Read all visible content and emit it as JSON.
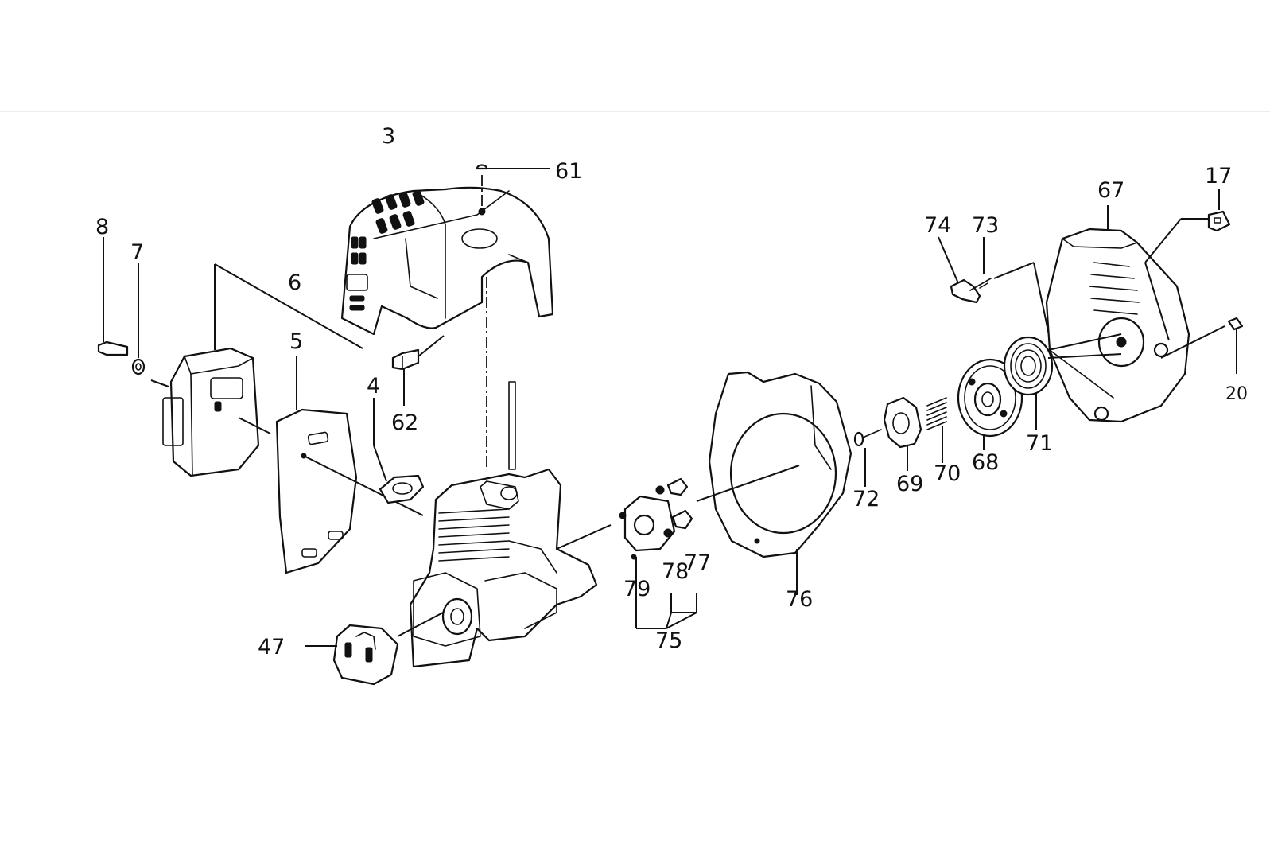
{
  "diagram": {
    "colors": {
      "line": "#111111",
      "background": "#ffffff"
    },
    "callouts": {
      "c3": "3",
      "c61": "61",
      "c8": "8",
      "c7": "7",
      "c6": "6",
      "c5": "5",
      "c4": "4",
      "c62": "62",
      "c47": "47",
      "c79": "79",
      "c78": "78",
      "c77": "77",
      "c75": "75",
      "c76": "76",
      "c72": "72",
      "c69": "69",
      "c70": "70",
      "c68": "68",
      "c71": "71",
      "c74": "74",
      "c73": "73",
      "c67": "67",
      "c17": "17",
      "c20": "20"
    }
  }
}
